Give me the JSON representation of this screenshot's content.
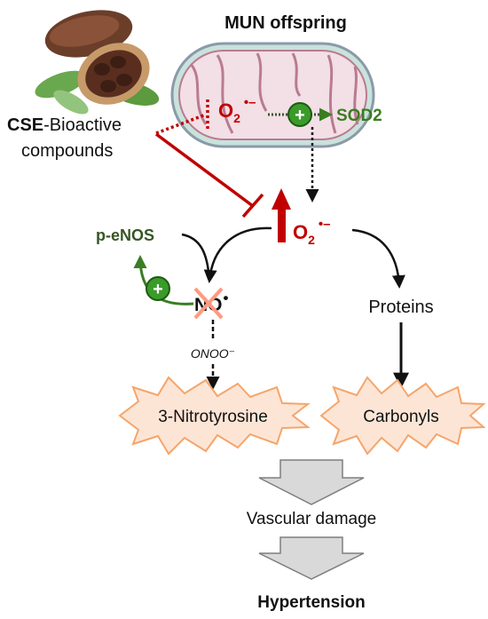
{
  "title": "MUN offspring",
  "cse": {
    "bold": "CSE",
    "rest": "-Bioactive",
    "line2": "compounds"
  },
  "mito": {
    "o2_left": "O",
    "o2_left_sub": "2",
    "o2_left_sup": "•–",
    "plus": "+",
    "sod2": "SOD2"
  },
  "center_o2": {
    "o": "O",
    "sub": "2",
    "sup": "•–"
  },
  "peNOS": "p-eNOS",
  "no": {
    "text": "NO",
    "sup": "•"
  },
  "plus2": "+",
  "onoo": "ONOO⁻",
  "proteins": "Proteins",
  "nitrotyrosine": "3-Nitrotyrosine",
  "carbonyls": "Carbonyls",
  "vascular": "Vascular damage",
  "hypertension": "Hypertension",
  "colors": {
    "red": "#c00000",
    "green": "#3a7d22",
    "darkgreen": "#375623",
    "burst_fill": "#fde5d6",
    "burst_stroke": "#f5a56a"
  }
}
